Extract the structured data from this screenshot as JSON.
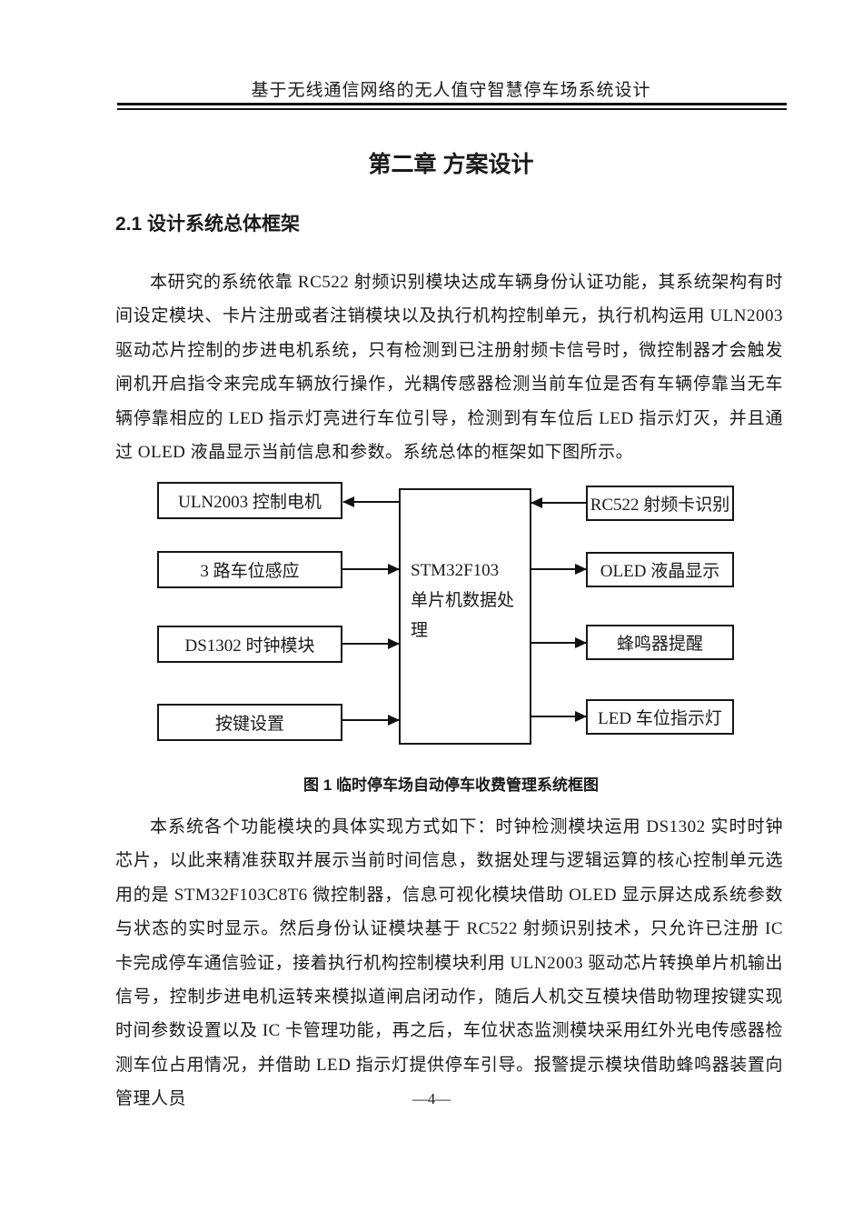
{
  "page": {
    "header_title": "基于无线通信网络的无人值守智慧停车场系统设计",
    "chapter_title": "第二章 方案设计",
    "section_heading": "2.1 设计系统总体框架",
    "paragraph1": "本研究的系统依靠 RC522 射频识别模块达成车辆身份认证功能，其系统架构有时间设定模块、卡片注册或者注销模块以及执行机构控制单元，执行机构运用 ULN2003 驱动芯片控制的步进电机系统，只有检测到已注册射频卡信号时，微控制器才会触发闸机开启指令来完成车辆放行操作，光耦传感器检测当前车位是否有车辆停靠当无车辆停靠相应的 LED 指示灯亮进行车位引导，检测到有车位后 LED 指示灯灭，并且通过 OLED 液晶显示当前信息和参数。系统总体的框架如下图所示。",
    "figure_caption": "图 1 临时停车场自动停车收费管理系统框图",
    "paragraph2": "本系统各个功能模块的具体实现方式如下：时钟检测模块运用 DS1302 实时时钟芯片，以此来精准获取并展示当前时间信息，数据处理与逻辑运算的核心控制单元选用的是 STM32F103C8T6 微控制器，信息可视化模块借助 OLED 显示屏达成系统参数与状态的实时显示。然后身份认证模块基于 RC522 射频识别技术，只允许已注册 IC 卡完成停车通信验证，接着执行机构控制模块利用 ULN2003 驱动芯片转换单片机输出信号，控制步进电机运转来模拟道闸启闭动作，随后人机交互模块借助物理按键实现时间参数设置以及 IC 卡管理功能，再之后，车位状态监测模块采用红外光电传感器检测车位占用情况，并借助 LED 指示灯提供停车引导。报警提示模块借助蜂鸣器装置向管理人员",
    "page_number": "—4—"
  },
  "diagram": {
    "center_box": {
      "line1": "STM32F103",
      "line2": "单片机数据处理"
    },
    "left_boxes": [
      {
        "label": "ULN2003 控制电机",
        "arrow_direction": "from-center"
      },
      {
        "label": "3 路车位感应",
        "arrow_direction": "to-center"
      },
      {
        "label": "DS1302 时钟模块",
        "arrow_direction": "to-center"
      },
      {
        "label": "按键设置",
        "arrow_direction": "to-center"
      }
    ],
    "right_boxes": [
      {
        "label": "RC522 射频卡识别",
        "arrow_direction": "to-center"
      },
      {
        "label": "OLED 液晶显示",
        "arrow_direction": "from-center"
      },
      {
        "label": "蜂鸣器提醒",
        "arrow_direction": "from-center"
      },
      {
        "label": "LED 车位指示灯",
        "arrow_direction": "from-center"
      }
    ]
  },
  "colors": {
    "text": "#1a1a1a",
    "background": "#ffffff",
    "line": "#111111"
  }
}
